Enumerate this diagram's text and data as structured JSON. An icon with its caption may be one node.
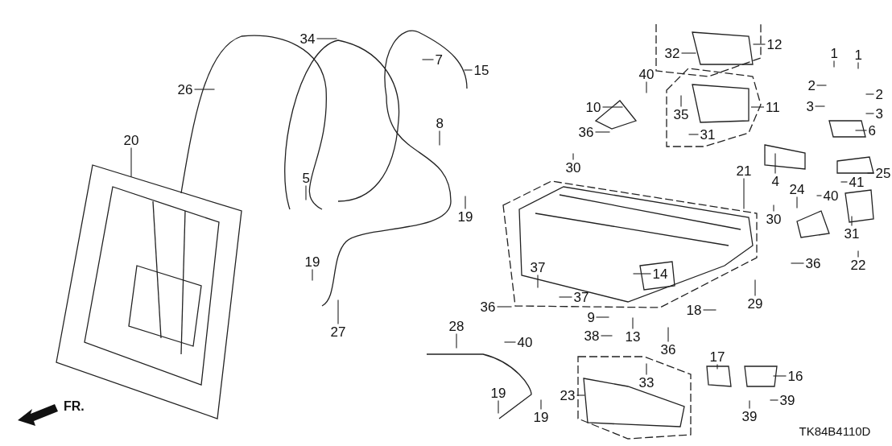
{
  "diagram": {
    "nodes": [
      {
        "text": [
          "12"
        ]
      },
      {
        "text": [
          "34"
        ]
      },
      {
        "text": [
          "32"
        ]
      },
      {
        "text": [
          "1"
        ]
      },
      {
        "text": [
          "1"
        ]
      },
      {
        "text": [
          "7"
        ]
      },
      {
        "text": [
          "15"
        ]
      },
      {
        "text": [
          "40"
        ]
      },
      {
        "text": [
          "2"
        ]
      },
      {
        "text": [
          "26"
        ]
      },
      {
        "text": [
          "2"
        ]
      },
      {
        "text": [
          "3"
        ]
      },
      {
        "text": [
          "10"
        ]
      },
      {
        "text": [
          "11"
        ]
      },
      {
        "text": [
          "3"
        ]
      },
      {
        "text": [
          "35"
        ]
      },
      {
        "text": [
          "8"
        ]
      },
      {
        "text": [
          "6"
        ]
      },
      {
        "text": [
          "31"
        ]
      },
      {
        "text": [
          "36"
        ]
      },
      {
        "text": [
          "20"
        ]
      },
      {
        "text": [
          "30"
        ]
      },
      {
        "text": [
          "21"
        ]
      },
      {
        "text": [
          "25"
        ]
      },
      {
        "text": [
          "5"
        ]
      },
      {
        "text": [
          "4"
        ]
      },
      {
        "text": [
          "41"
        ]
      },
      {
        "text": [
          "24"
        ]
      },
      {
        "text": [
          "40"
        ]
      },
      {
        "text": [
          "30"
        ]
      },
      {
        "text": [
          "19"
        ]
      },
      {
        "text": [
          "31"
        ]
      },
      {
        "text": [
          "19"
        ]
      },
      {
        "text": [
          "22"
        ]
      },
      {
        "text": [
          "36"
        ]
      },
      {
        "text": [
          "37"
        ]
      },
      {
        "text": [
          "14"
        ]
      },
      {
        "text": [
          "37"
        ]
      },
      {
        "text": [
          "29"
        ]
      },
      {
        "text": [
          "36"
        ]
      },
      {
        "text": [
          "18"
        ]
      },
      {
        "text": [
          "9"
        ]
      },
      {
        "text": [
          "28"
        ]
      },
      {
        "text": [
          "27"
        ]
      },
      {
        "text": [
          "38"
        ]
      },
      {
        "text": [
          "13"
        ]
      },
      {
        "text": [
          "40"
        ]
      },
      {
        "text": [
          "36"
        ]
      },
      {
        "text": [
          "17"
        ]
      },
      {
        "text": [
          "16"
        ]
      },
      {
        "text": [
          "33"
        ]
      },
      {
        "text": [
          "23"
        ]
      },
      {
        "text": [
          "39"
        ]
      },
      {
        "text": [
          "19"
        ]
      },
      {
        "text": [
          "39"
        ]
      },
      {
        "text": [
          "19"
        ]
      }
    ],
    "edges": [
      {
        "from": 0,
        "to": null,
        "arrow": "none"
      },
      {
        "from": 1,
        "to": null,
        "arrow": "none"
      },
      {
        "from": 2,
        "to": null,
        "arrow": "none"
      },
      {
        "from": 3,
        "to": null,
        "arrow": "none"
      },
      {
        "from": 4,
        "to": null,
        "arrow": "none"
      },
      {
        "from": 5,
        "to": null,
        "arrow": "none"
      },
      {
        "from": 6,
        "to": null,
        "arrow": "none"
      },
      {
        "from": 7,
        "to": null,
        "arrow": "none"
      },
      {
        "from": 8,
        "to": null,
        "arrow": "none"
      },
      {
        "from": 9,
        "to": null,
        "arrow": "none"
      },
      {
        "from": 10,
        "to": null,
        "arrow": "none"
      },
      {
        "from": 11,
        "to": null,
        "arrow": "none"
      },
      {
        "from": 12,
        "to": null,
        "arrow": "none"
      },
      {
        "from": 13,
        "to": null,
        "arrow": "none"
      },
      {
        "from": 14,
        "to": null,
        "arrow": "none"
      },
      {
        "from": 15,
        "to": null,
        "arrow": "none"
      },
      {
        "from": 16,
        "to": null,
        "arrow": "none"
      },
      {
        "from": 17,
        "to": null,
        "arrow": "none"
      },
      {
        "from": 18,
        "to": null,
        "arrow": "none"
      },
      {
        "from": 19,
        "to": null,
        "arrow": "none"
      },
      {
        "from": 20,
        "to": null,
        "arrow": "none"
      },
      {
        "from": 21,
        "to": null,
        "arrow": "none"
      },
      {
        "from": 22,
        "to": null,
        "arrow": "none"
      },
      {
        "from": 23,
        "to": null,
        "arrow": "none"
      },
      {
        "from": 24,
        "to": null,
        "arrow": "none"
      },
      {
        "from": 25,
        "to": null,
        "arrow": "none"
      },
      {
        "from": 26,
        "to": null,
        "arrow": "none"
      },
      {
        "from": 27,
        "to": null,
        "arrow": "none"
      },
      {
        "from": 28,
        "to": null,
        "arrow": "none"
      },
      {
        "from": 29,
        "to": null,
        "arrow": "none"
      },
      {
        "from": 30,
        "to": null,
        "arrow": "none"
      },
      {
        "from": 31,
        "to": null,
        "arrow": "none"
      },
      {
        "from": 32,
        "to": null,
        "arrow": "none"
      },
      {
        "from": 33,
        "to": null,
        "arrow": "none"
      },
      {
        "from": 34,
        "to": null,
        "arrow": "none"
      },
      {
        "from": 35,
        "to": null,
        "arrow": "none"
      },
      {
        "from": 36,
        "to": null,
        "arrow": "none"
      },
      {
        "from": 37,
        "to": null,
        "arrow": "none"
      },
      {
        "from": 38,
        "to": null,
        "arrow": "none"
      },
      {
        "from": 39,
        "to": null,
        "arrow": "none"
      },
      {
        "from": 40,
        "to": null,
        "arrow": "none"
      },
      {
        "from": 41,
        "to": null,
        "arrow": "none"
      },
      {
        "from": 42,
        "to": null,
        "arrow": "none"
      },
      {
        "from": 43,
        "to": null,
        "arrow": "none"
      },
      {
        "from": 44,
        "to": null,
        "arrow": "none"
      },
      {
        "from": 45,
        "to": null,
        "arrow": "none"
      },
      {
        "from": 46,
        "to": null,
        "arrow": "none"
      },
      {
        "from": 47,
        "to": null,
        "arrow": "none"
      },
      {
        "from": 48,
        "to": null,
        "arrow": "none"
      },
      {
        "from": 49,
        "to": null,
        "arrow": "none"
      },
      {
        "from": 50,
        "to": null,
        "arrow": "none"
      },
      {
        "from": 51,
        "to": null,
        "arrow": "none"
      },
      {
        "from": 52,
        "to": null,
        "arrow": "none"
      },
      {
        "from": 53,
        "to": null,
        "arrow": "none"
      },
      {
        "from": 54,
        "to": null,
        "arrow": "none"
      },
      {
        "from": 55,
        "to": null,
        "arrow": "none"
      }
    ],
    "labels": [
      "FR.",
      "TK84B4110D"
    ]
  }
}
